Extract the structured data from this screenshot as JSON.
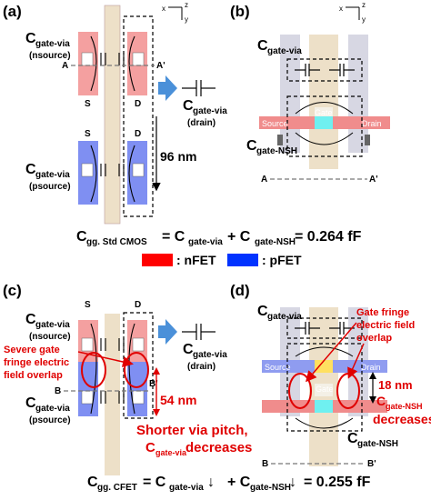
{
  "panels": {
    "a": {
      "label": "(a)",
      "axes": {
        "x": "x",
        "z": "z",
        "y": "y"
      },
      "cgate_via_nsource": {
        "main": "C",
        "sub": "gate-via",
        "paren": "(nsource)"
      },
      "cgate_via_psource": {
        "main": "C",
        "sub": "gate-via",
        "paren": "(psource)"
      },
      "cut_left": "A",
      "cut_right": "A'",
      "s_top": "S",
      "d_top": "D",
      "s_bot": "S",
      "d_bot": "D",
      "drain_cap": {
        "main": "C",
        "sub": "gate-via",
        "paren": "(drain)"
      },
      "dimension": "96 nm"
    },
    "b": {
      "label": "(b)",
      "axes": {
        "x": "x",
        "z": "z",
        "y": "y"
      },
      "cgate_via": {
        "main": "C",
        "sub": "gate-via"
      },
      "cgate_nsh": {
        "main": "C",
        "sub": "gate-NSH"
      },
      "source": "Source",
      "gate": "Gate",
      "drain": "Drain",
      "cut_left": "A",
      "cut_right": "A'"
    },
    "c": {
      "label": "(c)",
      "s": "S",
      "d": "D",
      "cgate_via_nsource": {
        "main": "C",
        "sub": "gate-via",
        "paren": "(nsource)"
      },
      "cgate_via_psource": {
        "main": "C",
        "sub": "gate-via",
        "paren": "(psource)"
      },
      "overlap_note": [
        "Severe gate",
        "fringe electric",
        "field overlap"
      ],
      "cut_left": "B",
      "cut_right": "B'",
      "drain_cap": {
        "main": "C",
        "sub": "gate-via",
        "paren": "(drain)"
      },
      "dimension": "54 nm",
      "pitch_note": {
        "line1": "Shorter via pitch,",
        "main": "C",
        "sub": "gate-via",
        "tail": " decreases"
      }
    },
    "d": {
      "label": "(d)",
      "cgate_via": {
        "main": "C",
        "sub": "gate-via"
      },
      "overlap_note": [
        "Gate fringe",
        "electric field",
        "overlap"
      ],
      "source": "Source",
      "drain": "Drain",
      "gate": "Gate",
      "dimension": "18 nm",
      "nsh_note": {
        "main": "C",
        "sub": "gate-NSH",
        "tail": "decreases"
      },
      "cgate_nsh": {
        "main": "C",
        "sub": "gate-NSH"
      },
      "cut_left": "B",
      "cut_right": "B'"
    }
  },
  "equation_std": {
    "lhs": "C",
    "lhs_sub": "gg. Std CMOS",
    "eq": " = C",
    "t1_sub": "gate-via",
    "plus": " + C",
    "t2_sub": "gate-NSH",
    "result": " = 0.264 fF"
  },
  "legend": {
    "nfet": ": nFET",
    "pfet": ": pFET",
    "nfet_color": "#ff0000",
    "pfet_color": "#0033ff"
  },
  "equation_cfet": {
    "lhs": "C",
    "lhs_sub": "gg. CFET",
    "eq": " = C",
    "t1_sub": "gate-via",
    "arrow1": " ↓",
    "plus": "+ C",
    "t2_sub": "gate-NSH",
    "arrow2": " ↓",
    "result": " = 0.255 fF"
  },
  "colors": {
    "red_note": "#e00000",
    "pink": "#f4a0a0",
    "blue": "#7f8ff2",
    "beige": "#ede0c8",
    "gray": "#d7d7e3",
    "cyan": "#6ff0f0",
    "arrow": "#4a90d9"
  }
}
